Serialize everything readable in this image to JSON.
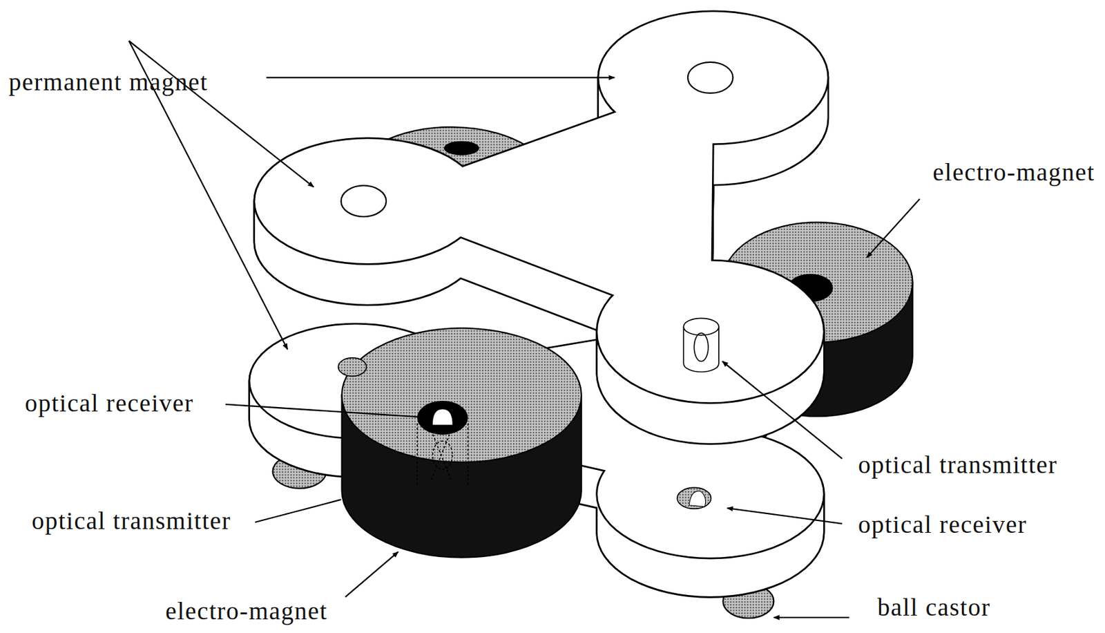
{
  "diagram": {
    "labels": [
      "permanent magnet",
      "electro-magnet",
      "optical receiver",
      "optical transmitter",
      "optical transmitter",
      "optical receiver",
      "electro-magnet",
      "ball castor"
    ]
  }
}
